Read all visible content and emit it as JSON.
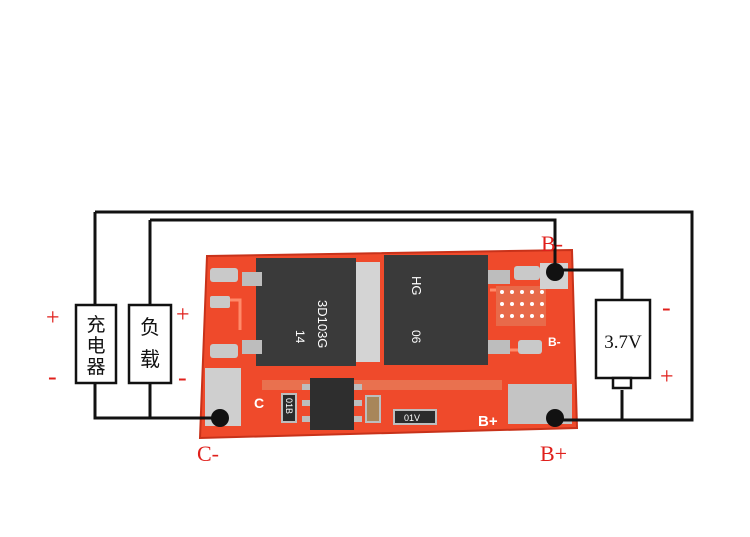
{
  "labels": {
    "b_minus": "B-",
    "b_plus_bottom": "B+",
    "c_minus": "C-",
    "plus_left_outer": "+",
    "minus_left_outer": "-",
    "plus_left_inner": "+",
    "minus_left_inner": "-",
    "minus_right": "-",
    "plus_right": "+"
  },
  "boxes": {
    "charger": [
      "充",
      "电",
      "器"
    ],
    "load": [
      "负",
      "载"
    ],
    "battery": "3.7V"
  },
  "pcb": {
    "pad_b_plus": "B+",
    "pad_b_minus_small": "B-",
    "pad_c": "C",
    "mosfet_left_mark": "3D103G",
    "mosfet_left_code": "14",
    "mosfet_right_mark": "HG",
    "mosfet_right_code": "06",
    "resistor_1": "01B",
    "resistor_2": "01V"
  },
  "colors": {
    "pcb": "#ef4a2b",
    "pcb_dark": "#c8321a",
    "wire": "#111111",
    "label_red": "#e0201c",
    "pad_silver": "#c9c9c9",
    "mosfet": "#3a3a3a"
  }
}
